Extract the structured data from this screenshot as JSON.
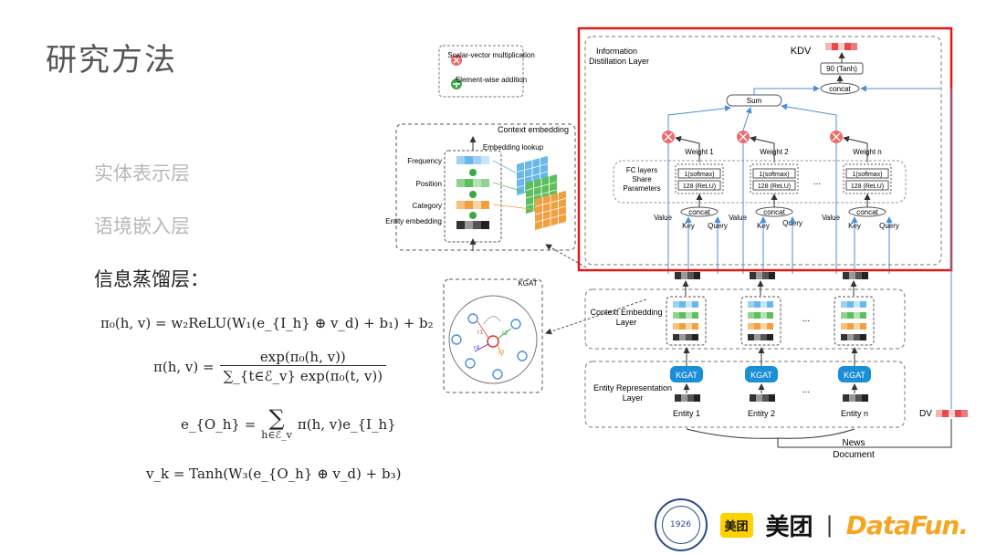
{
  "slide": {
    "title": "研究方法",
    "bullets": [
      "实体表示层",
      "语境嵌入层",
      "信息蒸馏层："
    ]
  },
  "equations": {
    "eq1": "π₀(h, v) = w₂ReLU(W₁(e_{I_h} ⊕ v_d) + b₁) + b₂",
    "eq2_left": "π(h, v) =",
    "eq2_num": "exp(π₀(h, v))",
    "eq2_den": "∑_{t∈ℰ_v} exp(π₀(t, v))",
    "eq3_left": "e_{O_h} =",
    "eq3_sum": "∑",
    "eq3_sub": "h∈ℰ_v",
    "eq3_right": "π(h, v)e_{I_h}",
    "eq4": "v_k = Tanh(W₃(e_{O_h} ⊕ v_d) + b₃)"
  },
  "diagram": {
    "legend": {
      "scalar": "Scalar-vector multiplication",
      "elementwise": "Element-wise addition"
    },
    "context_embedding": {
      "title": "Context embedding",
      "rows": [
        "Frequency",
        "Position",
        "Category",
        "Entity embedding"
      ],
      "lookup": "Embedding lookup"
    },
    "kgat": {
      "title": "KGAT",
      "labels": [
        "r1",
        "r2",
        "r3",
        "r4"
      ]
    },
    "info_distill": {
      "title": "Information Distillation Layer",
      "kdv": "KDV",
      "tanh": "90 (Tanh)",
      "concat": "concat",
      "sum": "Sum",
      "weights": [
        "Weight 1",
        "Weight 2",
        "Weight n"
      ],
      "fc_label": "FC layers Share Parameters",
      "softmax": "1(softmax)",
      "relu": "128 (ReLU)",
      "value": "Value",
      "key": "Key",
      "query": "Query",
      "dots": "..."
    },
    "context_layer": "Context Embedding Layer",
    "entity_layer": "Entity Representation Layer",
    "kgat_btn": "KGAT",
    "entities": [
      "Entity 1",
      "Entity 2",
      "Entity n"
    ],
    "news_doc": "News Document",
    "dv": "DV"
  },
  "logos": {
    "university": "1926",
    "meituan_box": "美团",
    "meituan": "美团",
    "datafun": "DataFun."
  }
}
